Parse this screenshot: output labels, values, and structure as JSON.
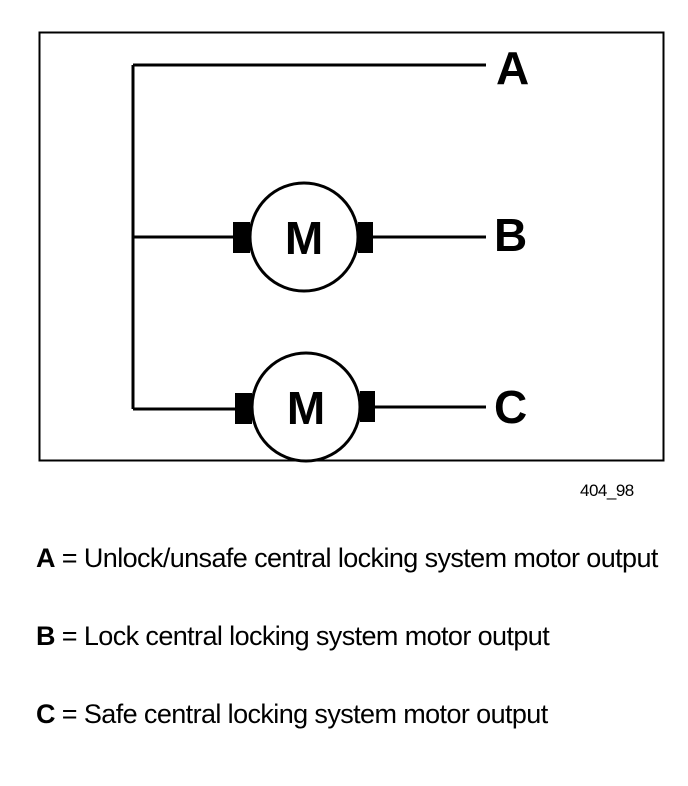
{
  "diagram": {
    "terminals": {
      "a": "A",
      "b": "B",
      "c": "C"
    },
    "motor_symbol": "M",
    "figure_id": "404_98"
  },
  "legend": [
    {
      "key": "A",
      "separator": " = ",
      "text": "Unlock/unsafe central locking system motor output"
    },
    {
      "key": "B",
      "separator": " = ",
      "text": "Lock central locking system motor output"
    },
    {
      "key": "C",
      "separator": " = ",
      "text": "Safe central locking system motor output"
    }
  ]
}
